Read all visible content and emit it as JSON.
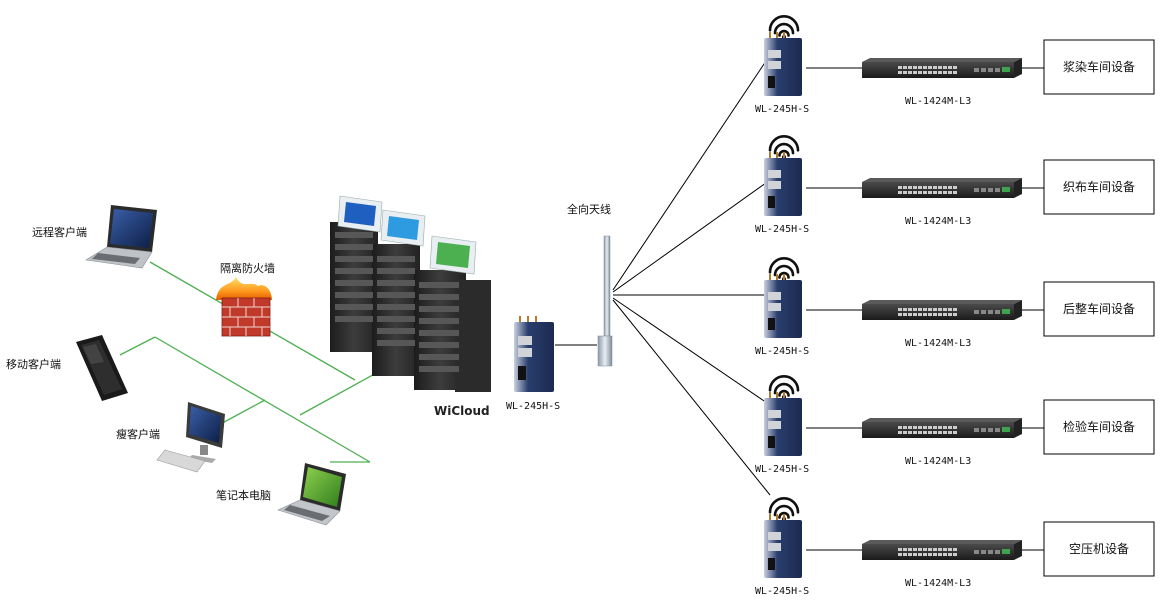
{
  "clients": {
    "remote": "远程客户端",
    "mobile": "移动客户端",
    "thin": "瘦客户端",
    "laptop": "笔记本电脑"
  },
  "firewall": "隔离防火墙",
  "cloud": "WiCloud",
  "center_router": "WL-245H-S",
  "antenna": "全向天线",
  "rows": [
    {
      "router": "WL-245H-S",
      "switch": "WL-1424M-L3",
      "device": "浆染车间设备"
    },
    {
      "router": "WL-245H-S",
      "switch": "WL-1424M-L3",
      "device": "织布车间设备"
    },
    {
      "router": "WL-245H-S",
      "switch": "WL-1424M-L3",
      "device": "后整车间设备"
    },
    {
      "router": "WL-245H-S",
      "switch": "WL-1424M-L3",
      "device": "检验车间设备"
    },
    {
      "router": "WL-245H-S",
      "switch": "WL-1424M-L3",
      "device": "空压机设备"
    }
  ],
  "colors": {
    "lan_line": "#4caf50",
    "wireless_line": "#000000",
    "router_body": "#2a3e6e",
    "switch_body": "#2b2b2b",
    "firewall": "#c0392b",
    "server": "#2f2f2f"
  }
}
